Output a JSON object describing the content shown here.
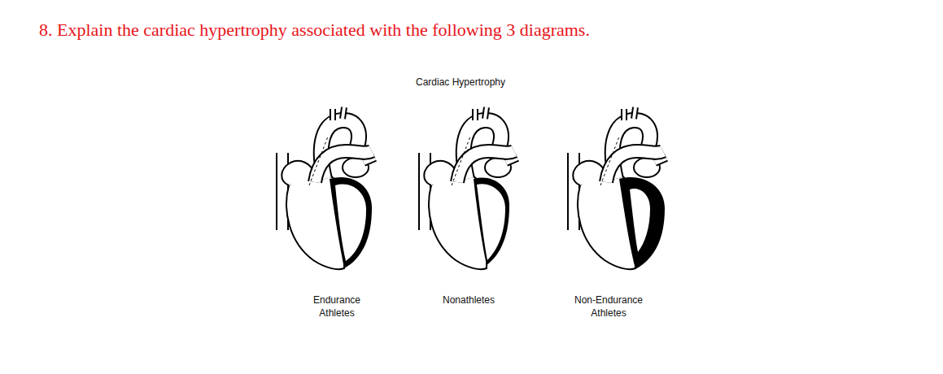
{
  "diagram": {
    "title": "8. Explain the cardiac hypertrophy associated with the following 3 diagrams.",
    "labels": [
      "Cardiac Hypertrophy",
      "Endurance Athletes",
      "Nonathletes",
      "Non-Endurance Athletes"
    ]
  }
}
